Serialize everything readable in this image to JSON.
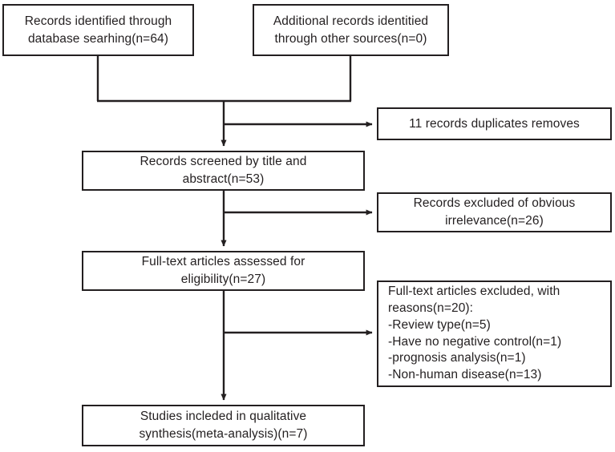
{
  "diagram": {
    "type": "prisma-flow-diagram",
    "colors": {
      "stroke": "#231f20",
      "text": "#231f20",
      "background": "#ffffff"
    },
    "nodes": {
      "identified_database": {
        "label": "Records identified through\ndatabase searhing(n=64)",
        "count": 64
      },
      "identified_other": {
        "label": "Additional records identitied\nthrough other sources(n=0)",
        "count": 0
      },
      "duplicates_removed": {
        "label": "11 records duplicates removes",
        "count": 11
      },
      "screened": {
        "label": "Records screened by title and\nabstract(n=53)",
        "count": 53
      },
      "excluded_irrelevance": {
        "label": "Records excluded of obvious\nirrelevance(n=26)",
        "count": 26
      },
      "fulltext_assessed": {
        "label": "Full-text articles assessed for\neligibility(n=27)",
        "count": 27
      },
      "fulltext_excluded": {
        "label": "Full-text articles excluded, with\nreasons(n=20):\n-Review type(n=5)\n-Have no negative control(n=1)\n-prognosis analysis(n=1)\n-Non-human disease(n=13)",
        "count": 20,
        "reasons": [
          {
            "label": "-Review type(n=5)",
            "count": 5
          },
          {
            "label": "-Have no negative control(n=1)",
            "count": 1
          },
          {
            "label": "-prognosis analysis(n=1)",
            "count": 1
          },
          {
            "label": "-Non-human disease(n=13)",
            "count": 13
          }
        ]
      },
      "included_qualitative": {
        "label": "Studies incleded in qualitative\nsynthesis(meta-analysis)(n=7)",
        "count": 7
      }
    }
  }
}
